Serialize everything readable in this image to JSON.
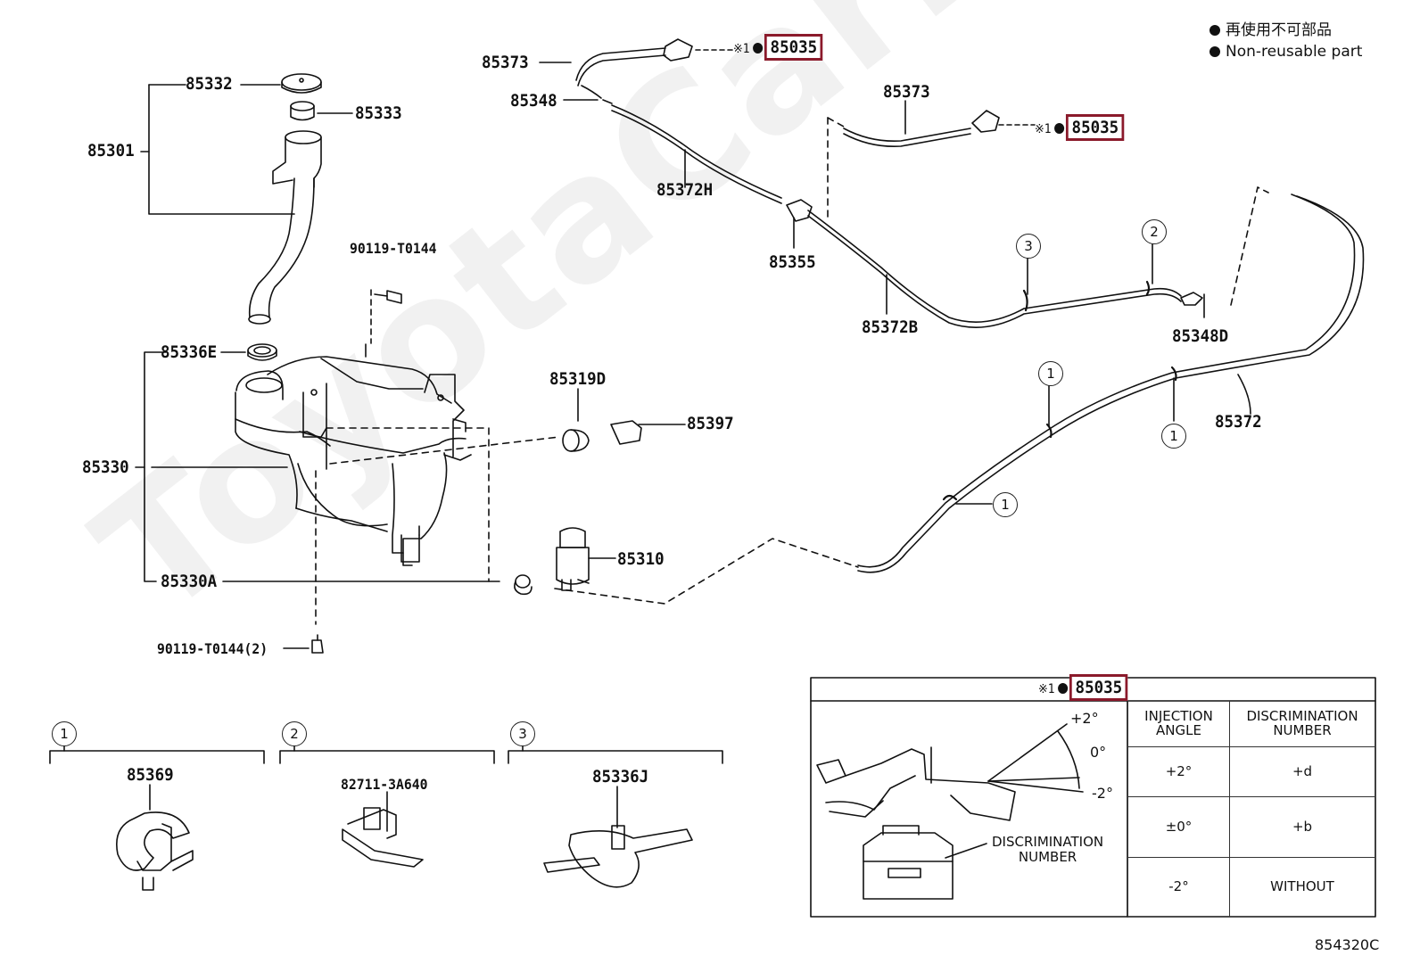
{
  "legend": {
    "jp": "再使用不可部品",
    "en": "Non-reusable part"
  },
  "watermark": "ToyotaCarMine.ru",
  "parts": {
    "p85373_a": "85373",
    "p85035_a": "85035",
    "p85348": "85348",
    "p85373_b": "85373",
    "p85035_b": "85035",
    "p85332": "85332",
    "p85333": "85333",
    "p85301": "85301",
    "p85372H": "85372H",
    "p85355": "85355",
    "p85372B": "85372B",
    "p85348D": "85348D",
    "p90119_a": "90119-T0144",
    "p85336E": "85336E",
    "p85319D": "85319D",
    "p85397": "85397",
    "p85372": "85372",
    "p85330": "85330",
    "p85310": "85310",
    "p85330A": "85330A",
    "p90119_b": "90119-T0144(2)",
    "p85369": "85369",
    "p82711": "82711-3A640",
    "p85336J": "85336J",
    "ref_code": "854320C"
  },
  "marks": {
    "note1": "※1"
  },
  "circles": {
    "c1": "1",
    "c2": "2",
    "c3": "3"
  },
  "inset": {
    "part": "85035",
    "angle_plus2": "+2°",
    "angle_0": "0°",
    "angle_minus2": "-2°",
    "disc_label": "DISCRIMINATION\nNUMBER",
    "table": {
      "col1": "INJECTION\nANGLE",
      "col2": "DISCRIMINATION\nNUMBER",
      "rows": [
        {
          "angle": "+2°",
          "disc": "+d"
        },
        {
          "angle": "±0°",
          "disc": "+b"
        },
        {
          "angle": "-2°",
          "disc": "WITHOUT"
        }
      ]
    }
  }
}
